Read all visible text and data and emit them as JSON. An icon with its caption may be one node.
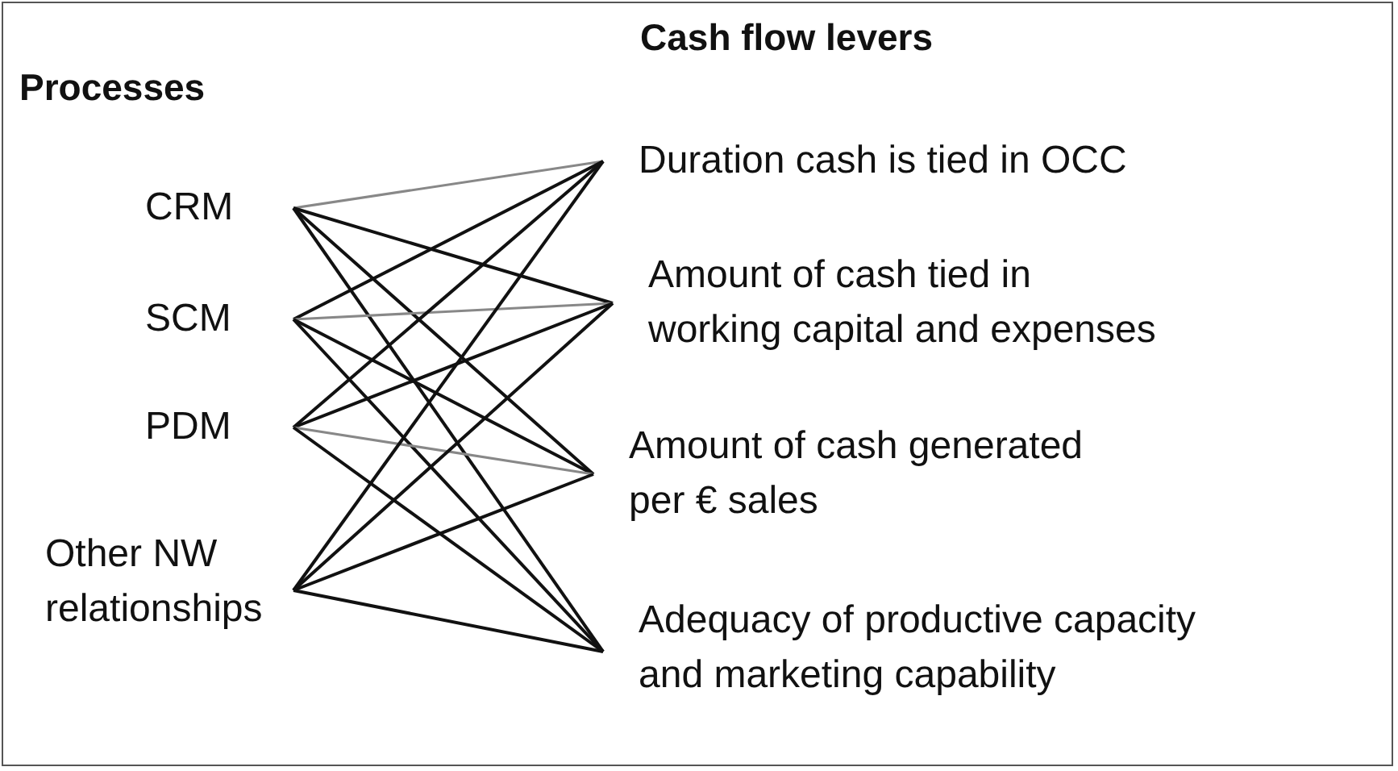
{
  "diagram": {
    "nodes": [
      {
        "text": [
          "CRM"
        ]
      },
      {
        "text": [
          "SCM"
        ]
      },
      {
        "text": [
          "PDM"
        ]
      },
      {
        "text": [
          "Other NW relationships"
        ]
      },
      {
        "text": [
          "Duration cash is tied in OCC"
        ]
      },
      {
        "text": [
          "Amount of cash tied in working capital and expenses"
        ]
      },
      {
        "text": [
          "Amount of cash generated per € sales"
        ]
      },
      {
        "text": [
          "Adequacy of productive capacity and marketing capability"
        ]
      }
    ],
    "edges": [
      {
        "from": 0,
        "to": 4,
        "arrow": "none",
        "color": "#888888"
      },
      {
        "from": 0,
        "to": 5,
        "arrow": "none"
      },
      {
        "from": 0,
        "to": 6,
        "arrow": "none"
      },
      {
        "from": 0,
        "to": 7,
        "arrow": "none"
      },
      {
        "from": 1,
        "to": 4,
        "arrow": "none"
      },
      {
        "from": 1,
        "to": 5,
        "arrow": "none",
        "color": "#888888"
      },
      {
        "from": 1,
        "to": 6,
        "arrow": "none"
      },
      {
        "from": 1,
        "to": 7,
        "arrow": "none"
      },
      {
        "from": 2,
        "to": 4,
        "arrow": "none"
      },
      {
        "from": 2,
        "to": 5,
        "arrow": "none"
      },
      {
        "from": 2,
        "to": 6,
        "arrow": "none",
        "color": "#888888"
      },
      {
        "from": 2,
        "to": 7,
        "arrow": "none"
      },
      {
        "from": 3,
        "to": 4,
        "arrow": "none"
      },
      {
        "from": 3,
        "to": 5,
        "arrow": "none"
      },
      {
        "from": 3,
        "to": 6,
        "arrow": "none"
      },
      {
        "from": 3,
        "to": 7,
        "arrow": "none"
      }
    ],
    "labels": [
      "Cash flow levers",
      "Processes"
    ]
  }
}
